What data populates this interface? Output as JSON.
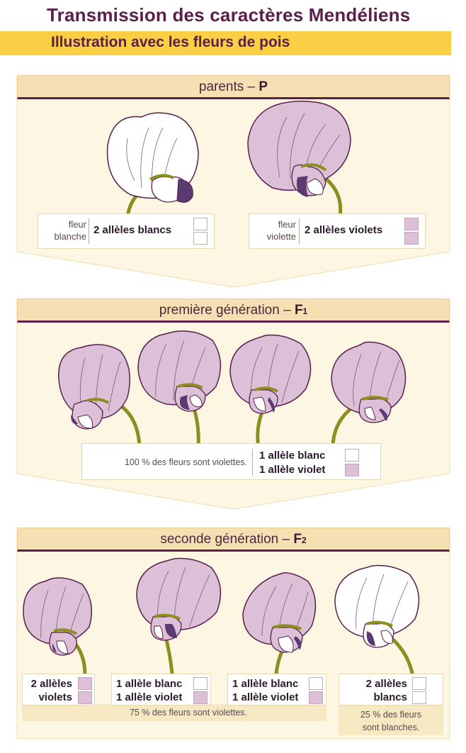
{
  "title": "Transmission des caractères Mendéliens",
  "subtitle": "Illustration avec les fleurs de pois",
  "colors": {
    "violet": "#ddbfd7",
    "white": "#ffffff",
    "accent": "#5a1f4a",
    "banner": "#f8cf45",
    "panel": "#fdf6e2",
    "stem": "#8c8f20"
  },
  "parents": {
    "heading_text": "parents – ",
    "heading_symbol": "P",
    "white_label_1": "fleur",
    "white_label_2": "blanche",
    "white_alleles": "2 allèles blancs",
    "violet_label_1": "fleur",
    "violet_label_2": "violette",
    "violet_alleles": "2 allèles violets"
  },
  "f1": {
    "heading_text": "première génération – ",
    "heading_symbol": "F",
    "heading_sub": "1",
    "note": "100 % des fleurs sont violettes.",
    "allele_1": "1 allèle blanc",
    "allele_2": "1 allèle violet"
  },
  "f2": {
    "heading_text": "seconde génération – ",
    "heading_symbol": "F",
    "heading_sub": "2",
    "c1_line1": "2 allèles",
    "c1_line2": "violets",
    "c2_line1": "1 allèle blanc",
    "c2_line2": "1 allèle violet",
    "c3_line1": "1 allèle blanc",
    "c3_line2": "1 allèle violet",
    "c4_line1": "2 allèles",
    "c4_line2": "blancs",
    "note_violet": "75 % des fleurs sont violettes.",
    "note_white_1": "25 % des fleurs",
    "note_white_2": "sont blanches."
  }
}
